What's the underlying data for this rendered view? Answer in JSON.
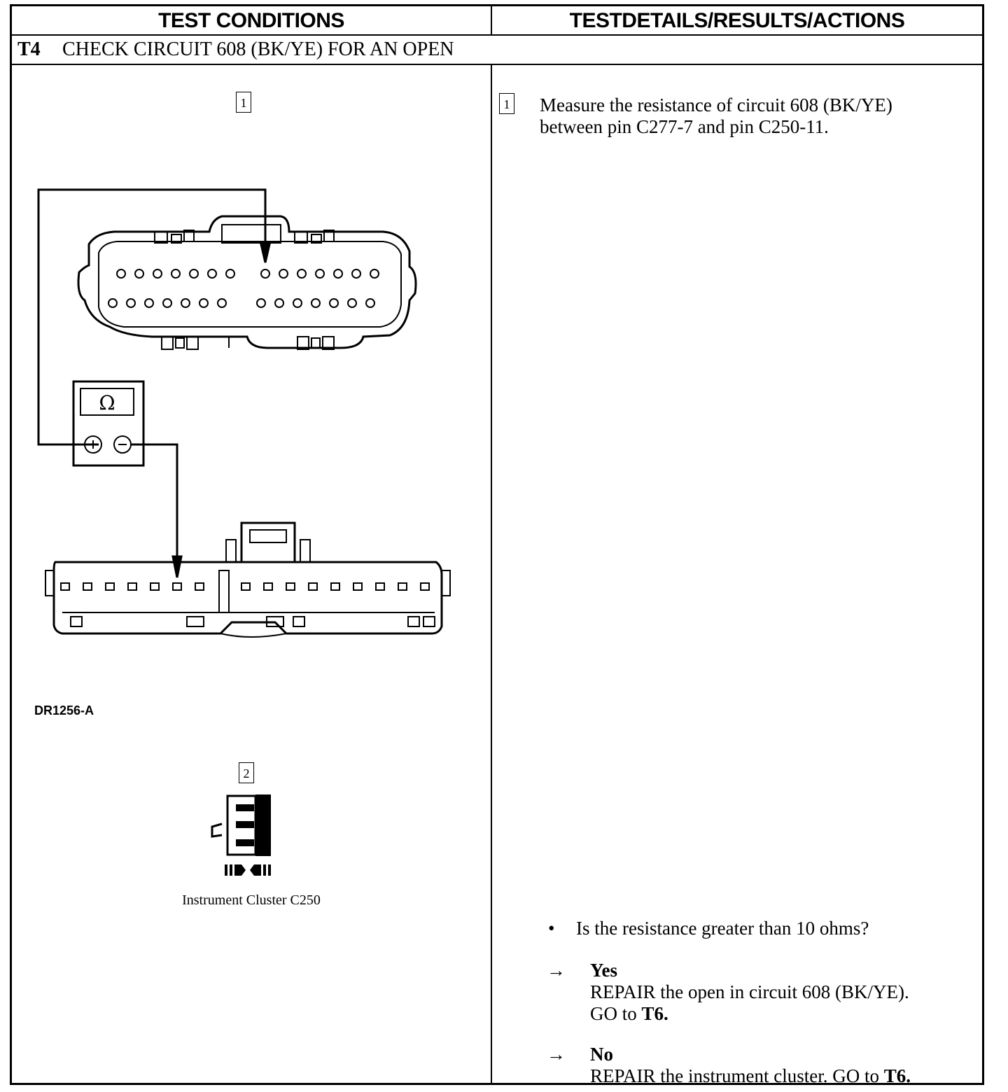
{
  "header": {
    "left_title": "TEST CONDITIONS",
    "right_title": "TESTDETAILS/RESULTS/ACTIONS"
  },
  "test": {
    "id": "T4",
    "title": "CHECK CIRCUIT 608 (BK/YE) FOR AN OPEN"
  },
  "conditions": {
    "step1_label": "1",
    "meter_symbol": "Ω",
    "figure_code": "DR1256-A",
    "step2_label": "2",
    "step2_caption": "Instrument Cluster C250"
  },
  "details": {
    "step1_label": "1",
    "step1_line1": "Measure the resistance of circuit 608 (BK/YE)",
    "step1_line2": "between pin C277-7 and pin C250-11.",
    "question": "Is the resistance greater than 10 ohms?",
    "bullet": "•",
    "arrow": "→",
    "yes": {
      "label": "Yes",
      "line1": "REPAIR the open in circuit 608 (BK/YE).",
      "goto_text": "GO to ",
      "goto_target": "T6."
    },
    "no": {
      "label": "No",
      "line1_text": "REPAIR the instrument cluster. GO to ",
      "goto_target": "T6."
    }
  }
}
